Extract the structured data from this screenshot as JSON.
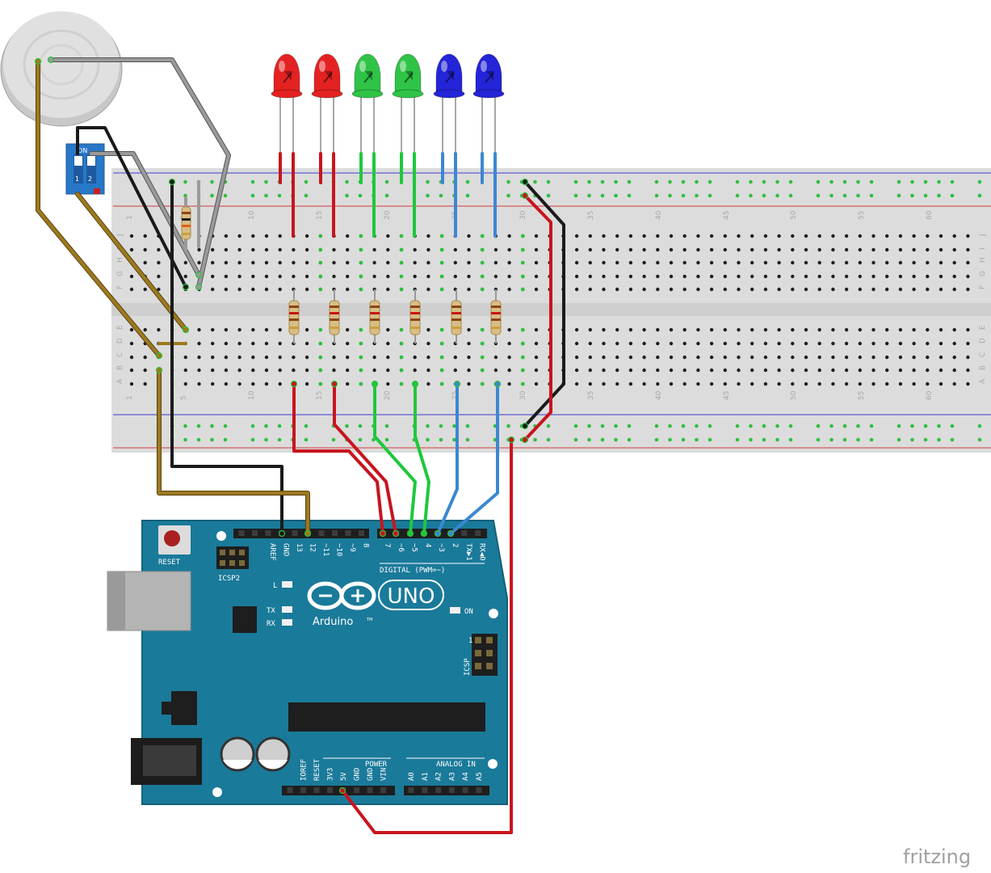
{
  "breadboard": {
    "row_letters_top": [
      "J",
      "I",
      "H",
      "G",
      "F"
    ],
    "row_letters_bottom": [
      "E",
      "D",
      "C",
      "B",
      "A"
    ],
    "column_numbers": [
      "1",
      "5",
      "10",
      "15",
      "20",
      "25",
      "30",
      "35",
      "40",
      "45",
      "50",
      "55",
      "60"
    ]
  },
  "dip_switch": {
    "on_label": "ON",
    "pos1": "1",
    "pos2": "2"
  },
  "leds": [
    {
      "color": "red",
      "hex": "#e52222"
    },
    {
      "color": "red",
      "hex": "#e52222"
    },
    {
      "color": "green",
      "hex": "#2fc447"
    },
    {
      "color": "green",
      "hex": "#2fc447"
    },
    {
      "color": "blue",
      "hex": "#2424d8"
    },
    {
      "color": "blue",
      "hex": "#2424d8"
    }
  ],
  "arduino": {
    "reset_label": "RESET",
    "icsp2_label": "ICSP2",
    "l_label": "L",
    "tx_label": "TX",
    "rx_label": "RX",
    "on_label": "ON",
    "brand": "Arduino",
    "model": "UNO",
    "tm": "TM",
    "icsp_label": "ICSP",
    "icsp_pin1": "1",
    "digital_label": "DIGITAL (PWM=~)",
    "power_label": "POWER",
    "analog_label": "ANALOG IN",
    "top_pins": [
      "AREF",
      "GND",
      "13",
      "12",
      "~11",
      "~10",
      "~9",
      "8",
      "7",
      "~6",
      "~5",
      "4",
      "~3",
      "2",
      "TX▶1",
      "RX◀0"
    ],
    "power_pins": [
      "IOREF",
      "RESET",
      "3V3",
      "5V",
      "GND",
      "GND",
      "VIN"
    ],
    "analog_pins": [
      "A0",
      "A1",
      "A2",
      "A3",
      "A4",
      "A5"
    ],
    "board_color": "#1a7a9a"
  },
  "watermark": "fritzing",
  "colors": {
    "wire_red": "#c8141e",
    "wire_black": "#1a1a1a",
    "wire_green": "#1ec83c",
    "wire_blue": "#3c87d2",
    "wire_brown": "#9c7a1e",
    "wire_gray": "#9a9a9a"
  }
}
